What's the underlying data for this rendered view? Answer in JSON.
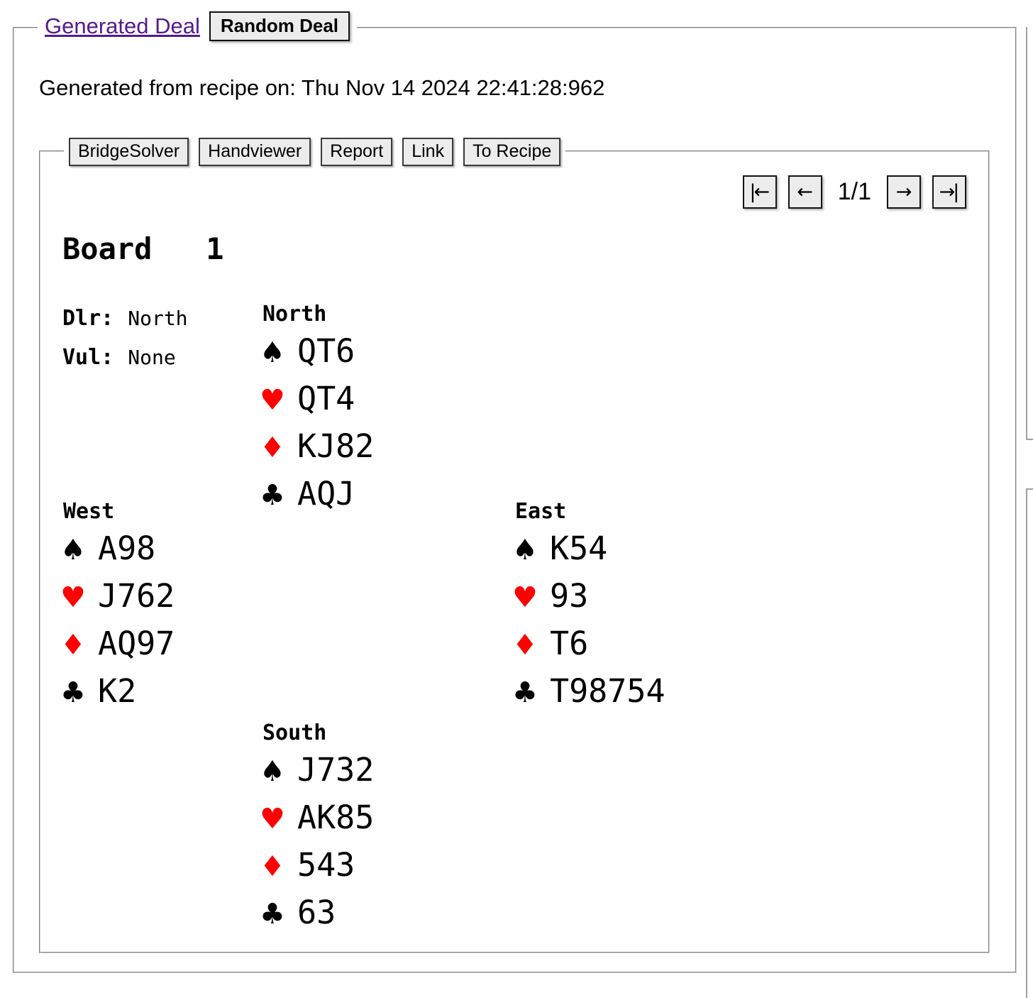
{
  "header": {
    "generated_deal_link": "Generated Deal",
    "random_deal_button": "Random Deal",
    "generated_info": "Generated from recipe on: Thu Nov 14 2024 22:41:28:962"
  },
  "toolbar": {
    "buttons": [
      "BridgeSolver",
      "Handviewer",
      "Report",
      "Link",
      "To Recipe"
    ]
  },
  "pager": {
    "first_icon": "|←",
    "prev_icon": "←",
    "position": "1/1",
    "next_icon": "→",
    "last_icon": "→|"
  },
  "board": {
    "title": "Board   1",
    "dealer_label": "Dlr:",
    "dealer_value": "North",
    "vul_label": "Vul:",
    "vul_value": "None"
  },
  "suits": {
    "spade": "♠",
    "heart": "♥",
    "diamond": "♦",
    "club": "♣"
  },
  "hands": {
    "north": {
      "label": "North",
      "spades": "QT6",
      "hearts": "QT4",
      "diamonds": "KJ82",
      "clubs": "AQJ"
    },
    "west": {
      "label": "West",
      "spades": "A98",
      "hearts": "J762",
      "diamonds": "AQ97",
      "clubs": "K2"
    },
    "east": {
      "label": "East",
      "spades": "K54",
      "hearts": "93",
      "diamonds": "T6",
      "clubs": "T98754"
    },
    "south": {
      "label": "South",
      "spades": "J732",
      "hearts": "AK85",
      "diamonds": "543",
      "clubs": "63"
    }
  },
  "colors": {
    "red_suit": "#ff0000",
    "black_suit": "#000000",
    "link_purple": "#551a8b",
    "button_bg": "#ececec"
  }
}
